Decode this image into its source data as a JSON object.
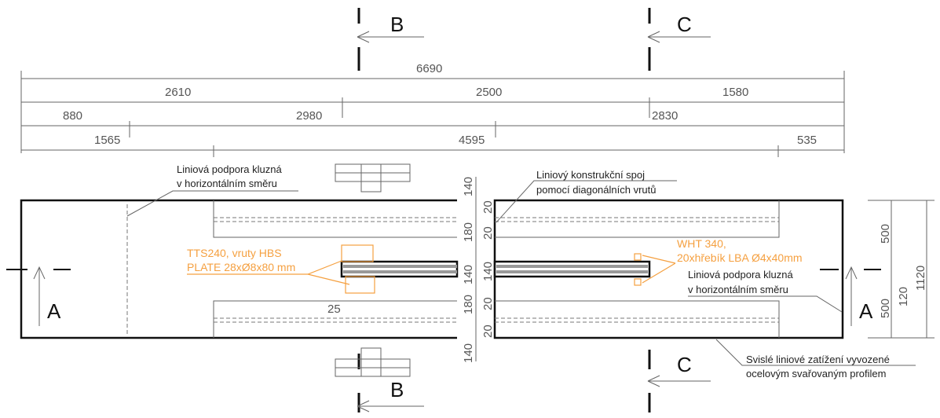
{
  "sections": {
    "b": "B",
    "c": "C",
    "a": "A"
  },
  "dimensions": {
    "total": "6690",
    "row1": [
      "2610",
      "2500",
      "1580"
    ],
    "row2": [
      "880",
      "2980",
      "2830"
    ],
    "row3": [
      "1565",
      "4595",
      "535"
    ],
    "vertical_left": [
      "140",
      "20",
      "180",
      "20",
      "140",
      "140",
      "180",
      "20",
      "20",
      "140"
    ],
    "vertical_right": [
      "500",
      "120",
      "500",
      "1120"
    ],
    "edge": "25"
  },
  "notes": {
    "support_left": [
      "Liniová podpora kluzná",
      "v horizontálním směru"
    ],
    "joint": [
      "Liniový konstrukční spoj",
      "pomocí diagonálních vrutů"
    ],
    "support_right": [
      "Liniová podpora kluzná",
      "v horizontálním směru"
    ],
    "load": [
      "Svislé liniové zatížení vyvozené",
      "ocelovým svařovaným profilem"
    ],
    "tts": [
      "TTS240, vruty HBS",
      "PLATE 28xØ8x80 mm"
    ],
    "wht": [
      "WHT 340,",
      "20xhřebík LBA Ø4x40mm"
    ]
  }
}
